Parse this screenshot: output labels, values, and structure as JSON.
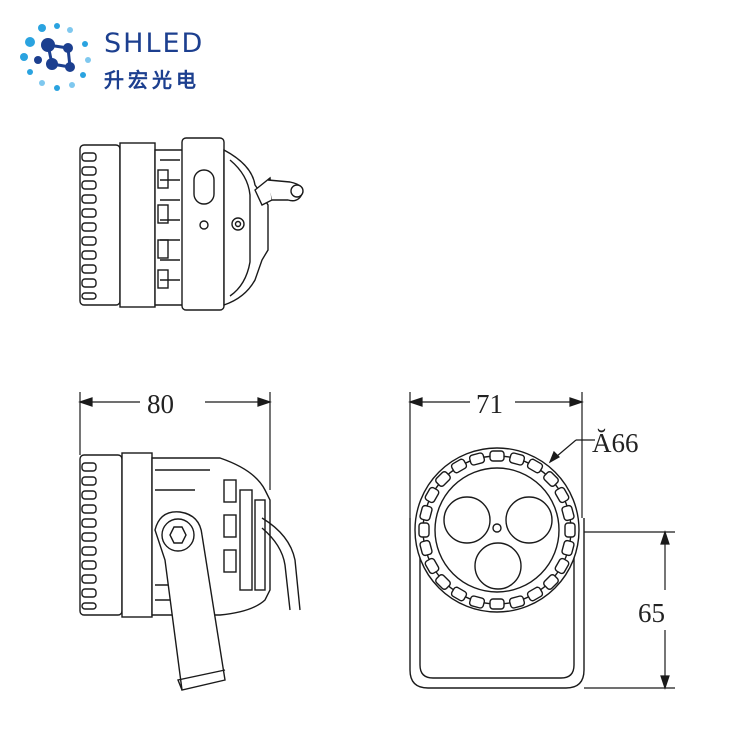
{
  "brand": {
    "name": "SHLED",
    "name_cn": "升宏光电",
    "primary_color": "#1c3f8f",
    "accent_color": "#2aa3e0"
  },
  "dimensions": {
    "side_width": "80",
    "front_width": "71",
    "diameter": "Ă66",
    "bracket_height": "65"
  },
  "colors": {
    "line": "#1a1a1a",
    "fill_light": "#f3f3f3"
  }
}
